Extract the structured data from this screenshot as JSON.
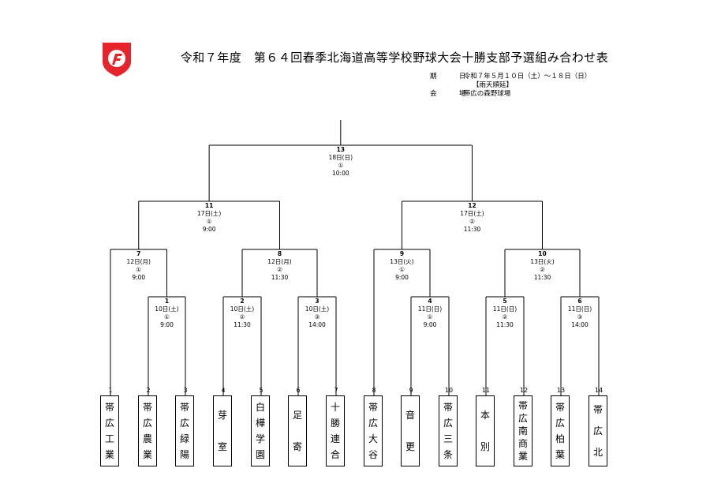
{
  "header": {
    "title": "令和７年度　第６４回春季北海道高等学校野球大会十勝支部予選組み合わせ表",
    "period_key": "期　日",
    "period_value": "令和７年５月１０日（土）～１８日（日）",
    "rain_note": "【雨天順延】",
    "venue_key": "会　場",
    "venue_value": "帯広の森野球場"
  },
  "teams": [
    {
      "seed": "1",
      "name": "帯広工業"
    },
    {
      "seed": "2",
      "name": "帯広農業"
    },
    {
      "seed": "3",
      "name": "帯広緑陽"
    },
    {
      "seed": "4",
      "name": "芽室"
    },
    {
      "seed": "5",
      "name": "白樺学園"
    },
    {
      "seed": "6",
      "name": "足寄"
    },
    {
      "seed": "7",
      "name": "十勝連合"
    },
    {
      "seed": "8",
      "name": "帯広大谷"
    },
    {
      "seed": "9",
      "name": "音更"
    },
    {
      "seed": "10",
      "name": "帯広三条"
    },
    {
      "seed": "11",
      "name": "本別"
    },
    {
      "seed": "12",
      "name": "帯広南商業"
    },
    {
      "seed": "13",
      "name": "帯広柏葉"
    },
    {
      "seed": "14",
      "name": "帯広北"
    }
  ],
  "games": [
    {
      "no": "1",
      "date": "10日(土)",
      "slot": "①",
      "time": "9:00"
    },
    {
      "no": "2",
      "date": "10日(土)",
      "slot": "②",
      "time": "11:30"
    },
    {
      "no": "3",
      "date": "10日(土)",
      "slot": "③",
      "time": "14:00"
    },
    {
      "no": "4",
      "date": "11日(日)",
      "slot": "①",
      "time": "9:00"
    },
    {
      "no": "5",
      "date": "11日(日)",
      "slot": "②",
      "time": "11:30"
    },
    {
      "no": "6",
      "date": "11日(日)",
      "slot": "③",
      "time": "14:00"
    },
    {
      "no": "7",
      "date": "12日(月)",
      "slot": "①",
      "time": "9:00"
    },
    {
      "no": "8",
      "date": "12日(月)",
      "slot": "②",
      "time": "11:30"
    },
    {
      "no": "9",
      "date": "13日(火)",
      "slot": "①",
      "time": "9:00"
    },
    {
      "no": "10",
      "date": "13日(火)",
      "slot": "②",
      "time": "11:30"
    },
    {
      "no": "11",
      "date": "17日(土)",
      "slot": "①",
      "time": "9:00"
    },
    {
      "no": "12",
      "date": "17日(土)",
      "slot": "②",
      "time": "11:30"
    },
    {
      "no": "13",
      "date": "18日(日)",
      "slot": "①",
      "time": "10:00"
    }
  ],
  "colors": {
    "logo": "#e5242b",
    "line": "#000000"
  }
}
